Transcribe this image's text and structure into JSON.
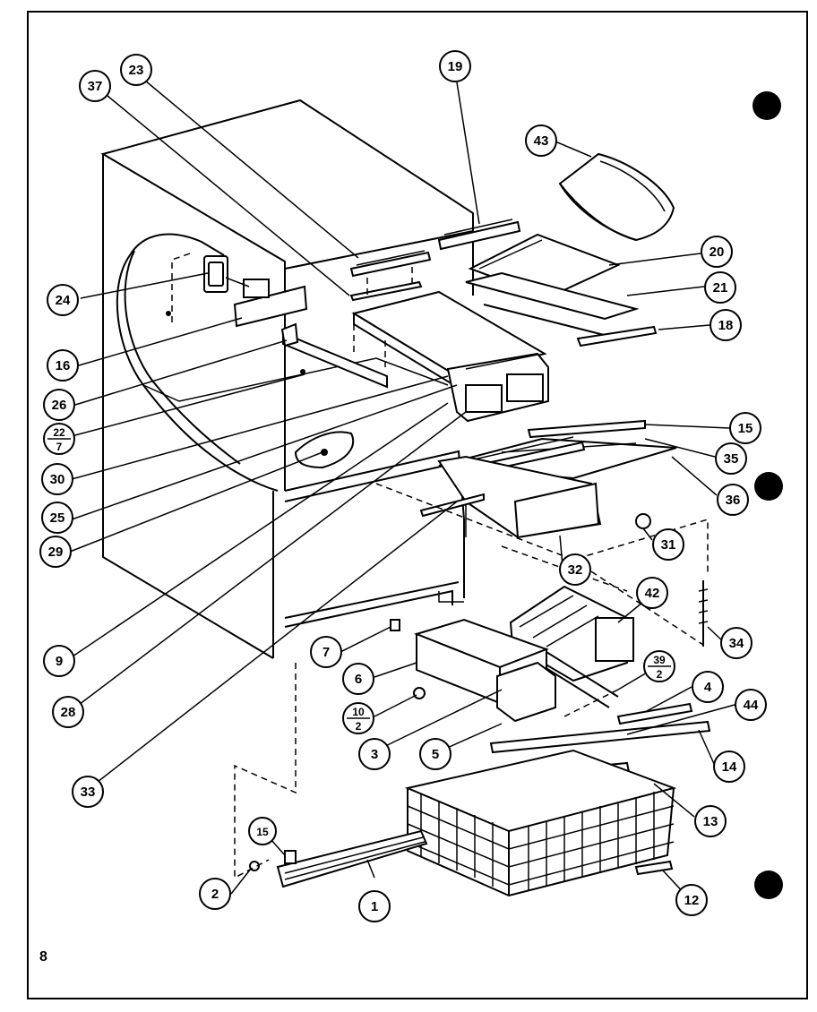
{
  "page_number": "8",
  "callouts": [
    {
      "id": "c1",
      "text": "1"
    },
    {
      "id": "c2",
      "text": "2"
    },
    {
      "id": "c3",
      "text": "3"
    },
    {
      "id": "c4",
      "text": "4"
    },
    {
      "id": "c5",
      "text": "5"
    },
    {
      "id": "c6",
      "text": "6"
    },
    {
      "id": "c7",
      "text": "7"
    },
    {
      "id": "c9",
      "text": "9"
    },
    {
      "id": "c12",
      "text": "12"
    },
    {
      "id": "c13",
      "text": "13"
    },
    {
      "id": "c14",
      "text": "14"
    },
    {
      "id": "c15a",
      "text": "15"
    },
    {
      "id": "c15b",
      "text": "15"
    },
    {
      "id": "c16",
      "text": "16"
    },
    {
      "id": "c18",
      "text": "18"
    },
    {
      "id": "c19",
      "text": "19"
    },
    {
      "id": "c20",
      "text": "20"
    },
    {
      "id": "c21",
      "text": "21"
    },
    {
      "id": "c23",
      "text": "23"
    },
    {
      "id": "c24",
      "text": "24"
    },
    {
      "id": "c25",
      "text": "25"
    },
    {
      "id": "c26",
      "text": "26"
    },
    {
      "id": "c28",
      "text": "28"
    },
    {
      "id": "c29",
      "text": "29"
    },
    {
      "id": "c30",
      "text": "30"
    },
    {
      "id": "c31",
      "text": "31"
    },
    {
      "id": "c32",
      "text": "32"
    },
    {
      "id": "c33",
      "text": "33"
    },
    {
      "id": "c34",
      "text": "34"
    },
    {
      "id": "c35",
      "text": "35"
    },
    {
      "id": "c36",
      "text": "36"
    },
    {
      "id": "c37",
      "text": "37"
    },
    {
      "id": "c42",
      "text": "42"
    },
    {
      "id": "c43",
      "text": "43"
    },
    {
      "id": "c44",
      "text": "44"
    }
  ],
  "fraction_callouts": [
    {
      "id": "f22",
      "top": "22",
      "bottom": "7"
    },
    {
      "id": "f10",
      "top": "10",
      "bottom": "2"
    },
    {
      "id": "f39",
      "top": "39",
      "bottom": "2"
    }
  ]
}
